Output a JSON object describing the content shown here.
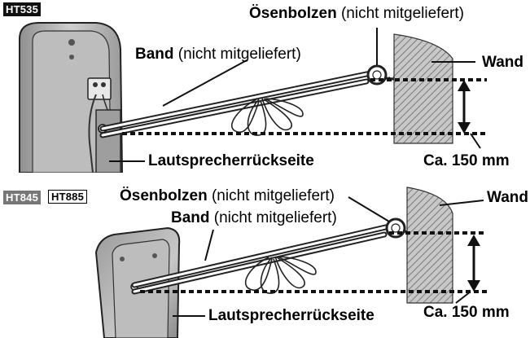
{
  "top_panel": {
    "model_badges": [
      "HT535"
    ],
    "eye_bolt": {
      "name": "Ösenbolzen",
      "note": "(nicht mitgeliefert)"
    },
    "band": {
      "name": "Band",
      "note": "(nicht mitgeliefert)"
    },
    "wall": "Wand",
    "speaker_back": "Lautsprecherrückseite",
    "distance": "Ca. 150 mm"
  },
  "bottom_panel": {
    "model_badges": [
      "HT845",
      "HT885"
    ],
    "eye_bolt": {
      "name": "Ösenbolzen",
      "note": "(nicht mitgeliefert)"
    },
    "band": {
      "name": "Band",
      "note": "(nicht mitgeliefert)"
    },
    "wall": "Wand",
    "speaker_back": "Lautsprecherrückseite",
    "distance": "Ca. 150 mm"
  },
  "colors": {
    "ink": "#000000",
    "badge_dark": "#111111",
    "badge_mid": "#777777",
    "speaker_gray": "#b4b4b4",
    "wall_hatch": "#8a8a8a"
  }
}
